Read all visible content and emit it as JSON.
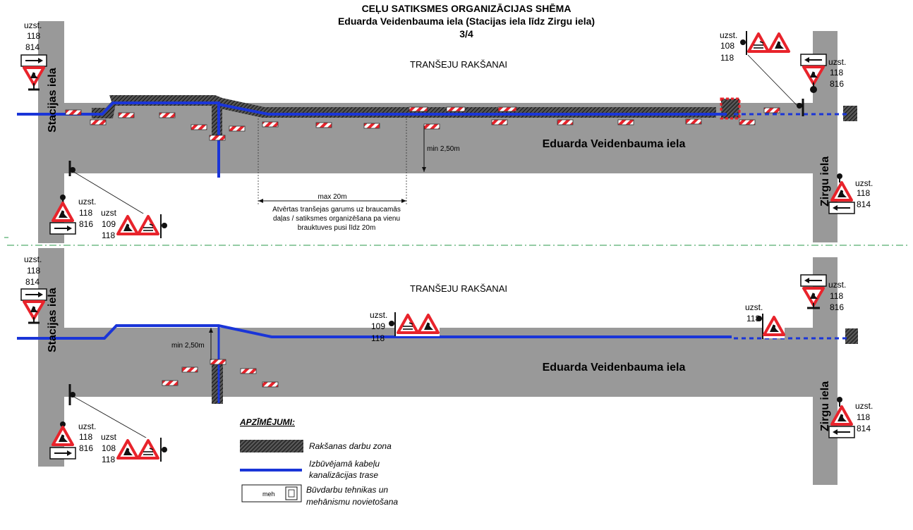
{
  "header": {
    "title": "CEĻU SATIKSMES ORGANIZĀCIJAS SHĒMA",
    "subtitle": "Eduarda Veidenbauma iela (Stacijas iela līdz Zirgu iela)",
    "page": "3/4"
  },
  "top_scheme": {
    "label": "TRANŠEJU RAKŠANAI",
    "main_street": "Eduarda Veidenbauma iela",
    "left_street": "Stacijas iela",
    "right_street": "Zirgu iela",
    "min_label": "min 2,50m",
    "max_label": "max 20m",
    "note_line1": "Atvērtas tranšejas garums uz braucamās",
    "note_line2": "daļas / satiksmes organizēšana pa vienu",
    "note_line3": "brauktuves pusi līdz 20m",
    "nw_sign": {
      "a": "uzst.",
      "b": "118",
      "c": "814"
    },
    "ne_sign": {
      "a": "uzst.",
      "b": "108",
      "c": "118"
    },
    "ne2_sign": {
      "a": "uzst.",
      "b": "118",
      "c": "816"
    },
    "sw_sign": {
      "a": "uzst.",
      "b": "118",
      "c": "816"
    },
    "sw2_sign": {
      "a": "uzst.",
      "b": "109",
      "c": "118"
    },
    "se_sign": {
      "a": "uzst.",
      "b": "118",
      "c": "814"
    }
  },
  "bottom_scheme": {
    "label": "TRANŠEJU RAKŠANAI",
    "main_street": "Eduarda Veidenbauma iela",
    "left_street": "Stacijas iela",
    "right_street": "Zirgu iela",
    "min_label": "min 2,50m",
    "nw_sign": {
      "a": "uzst.",
      "b": "118",
      "c": "814"
    },
    "mid_sign": {
      "a": "uzst.",
      "b": "109",
      "c": "118"
    },
    "ne_sign": {
      "a": "uzst.",
      "b": "118"
    },
    "ne2_sign": {
      "a": "uzst.",
      "b": "118",
      "c": "816"
    },
    "sw_sign": {
      "a": "uzst.",
      "b": "118",
      "c": "816"
    },
    "sw2_sign": {
      "a": "uzst.",
      "b": "108",
      "c": "118"
    },
    "se_sign": {
      "a": "uzst.",
      "b": "118",
      "c": "814"
    }
  },
  "legend": {
    "title": "APZĪMĒJUMI:",
    "item1": "Rakšanas darbu zona",
    "item2_line1": "Izbūvējamā kabeļu",
    "item2_line2": "kanalizācijas trase",
    "item3_line1": "Būvdarbu tehnikas un",
    "item3_line2": "mehānismu novietošana",
    "meh": "meh"
  },
  "colors": {
    "road": "#999999",
    "cable": "#1a35d8",
    "sign_red": "#e8232b",
    "divider": "#2a9a4a"
  }
}
